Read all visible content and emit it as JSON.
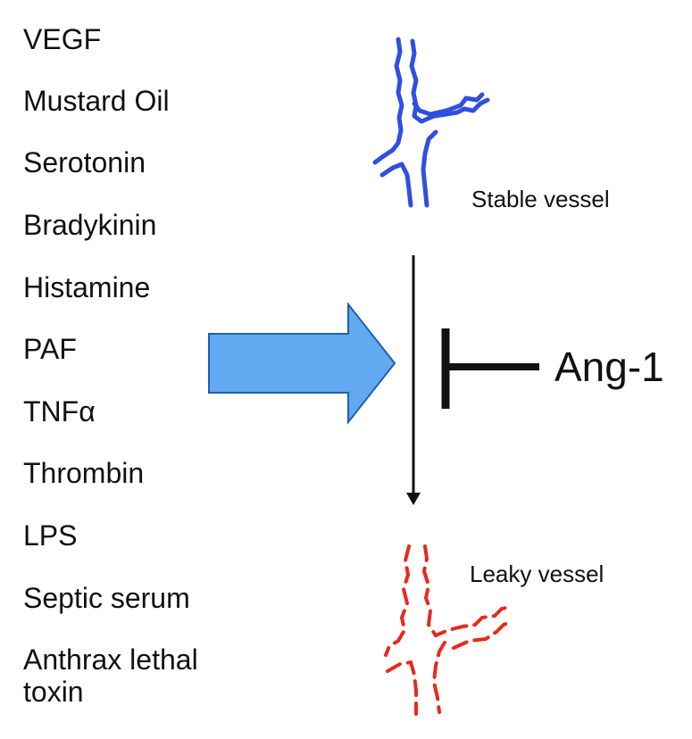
{
  "mediators": [
    "VEGF",
    "Mustard Oil",
    "Serotonin",
    "Bradykinin",
    "Histamine",
    "PAF",
    "TNFα",
    "Thrombin",
    "LPS",
    "Septic serum",
    "Anthrax lethal\ntoxin"
  ],
  "stable_vessel_label": "Stable vessel",
  "leaky_vessel_label": "Leaky vessel",
  "inhibitor_label": "Ang-1",
  "colors": {
    "stable_vessel": "#2f4fe0",
    "leaky_vessel": "#e8291c",
    "block_arrow": "#62a9f2",
    "block_arrow_stroke": "#1f5fb0",
    "lines": "#111111"
  }
}
